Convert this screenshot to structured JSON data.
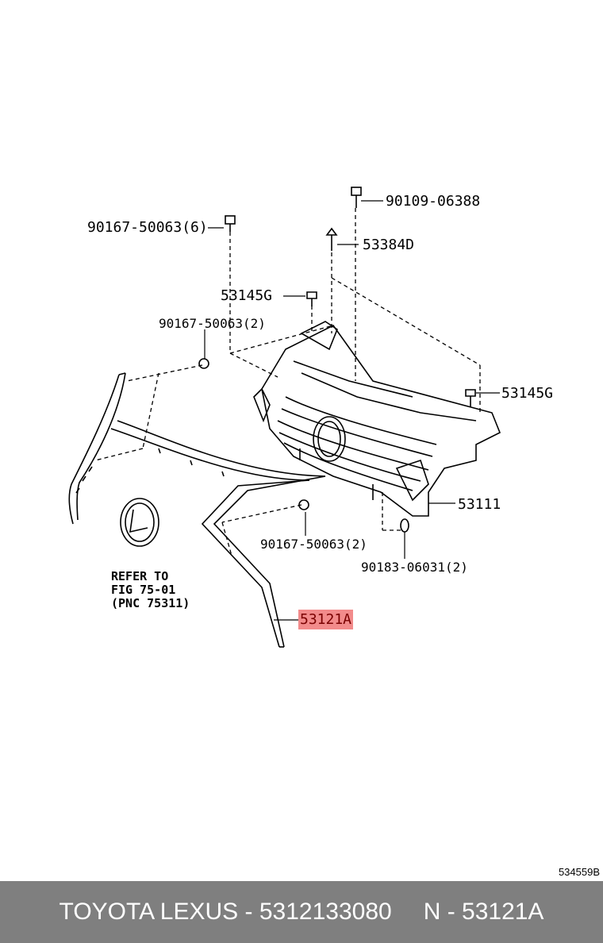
{
  "callouts": [
    {
      "id": "c1",
      "text": "90109-06388"
    },
    {
      "id": "c2",
      "text": "90167-50063(6)"
    },
    {
      "id": "c3",
      "text": "53384D"
    },
    {
      "id": "c4",
      "text": "53145G"
    },
    {
      "id": "c5",
      "text": "90167-50063(2)"
    },
    {
      "id": "c6",
      "text": "53145G"
    },
    {
      "id": "c7",
      "text": "53111"
    },
    {
      "id": "c8",
      "text": "90167-50063(2)"
    },
    {
      "id": "c9",
      "text": "90183-06031(2)"
    },
    {
      "id": "c10",
      "text": "53121A"
    }
  ],
  "note": {
    "line1": "REFER TO",
    "line2": "FIG 75-01",
    "line3": "(PNC 75311)"
  },
  "diagram_code": "534559B",
  "footer": {
    "part": "TOYOTA LEXUS - 5312133080",
    "pnc": "N - 53121A"
  },
  "colors": {
    "highlight": "#f28b8b",
    "footer_bg": "#7f7f7f"
  }
}
